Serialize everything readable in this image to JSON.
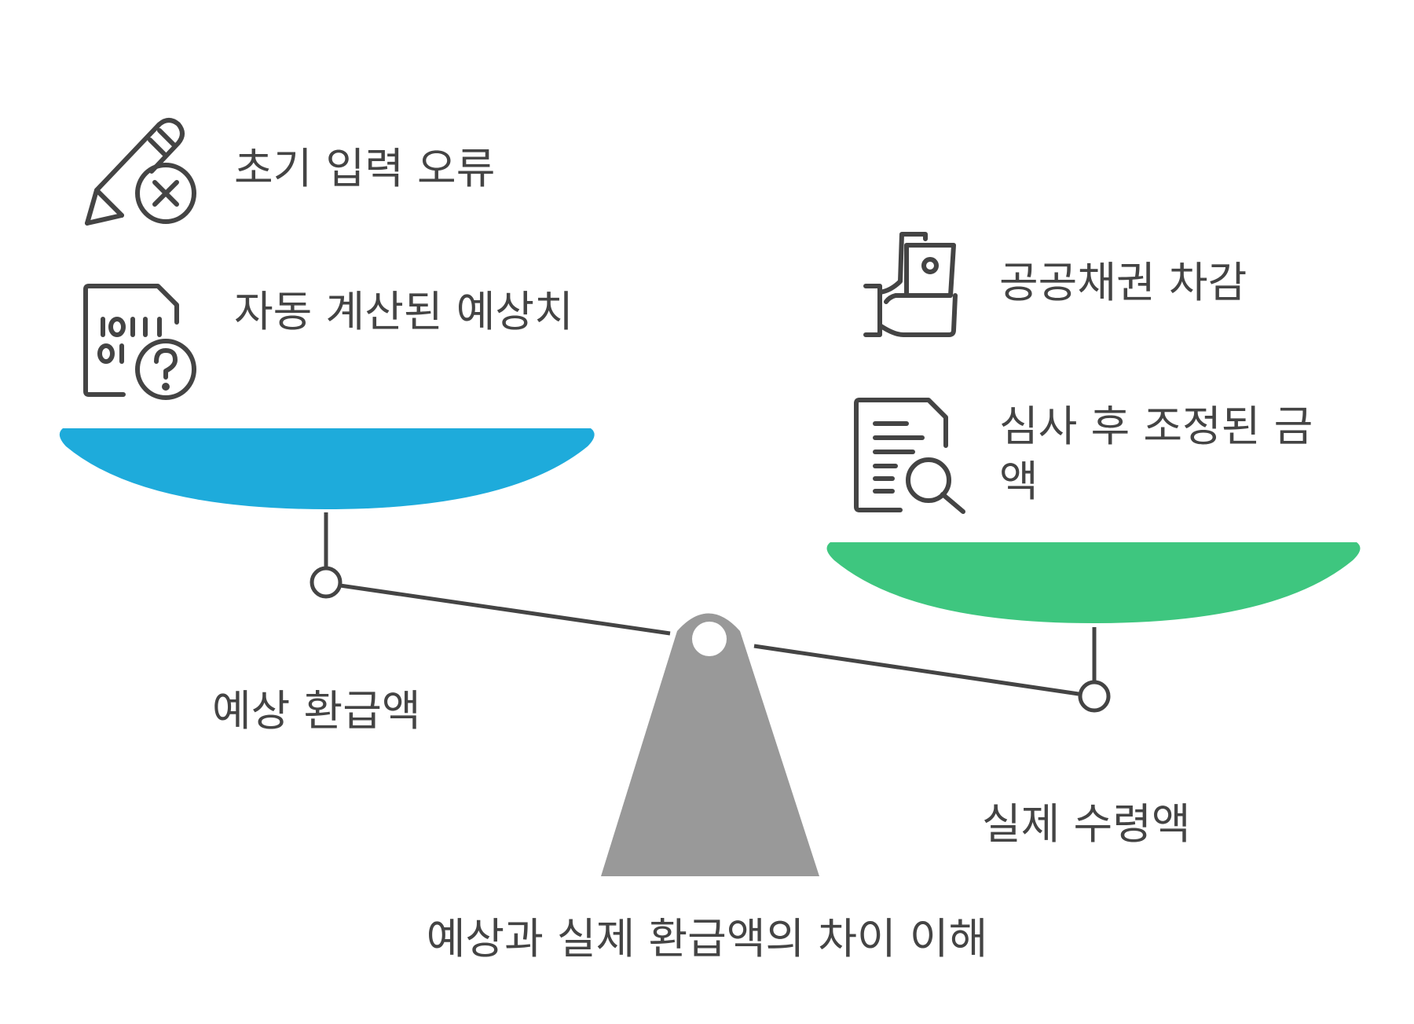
{
  "title": "예상과 실제 환급액의 차이 이해",
  "left_side": {
    "label": "예상 환급액",
    "color": "#1eabdb",
    "items": [
      {
        "text": "초기 입력 오류",
        "icon": "pencil-error-icon"
      },
      {
        "text": "자동 계산된 예상치",
        "icon": "binary-question-file-icon"
      }
    ]
  },
  "right_side": {
    "label": "실제 수령액",
    "color": "#3ec67f",
    "items": [
      {
        "text": "공공채권 차감",
        "icon": "hand-money-icon"
      },
      {
        "text": "심사 후 조정된 금액",
        "icon": "document-search-icon"
      }
    ]
  },
  "colors": {
    "stroke": "#444444",
    "fulcrum": "#999999"
  }
}
